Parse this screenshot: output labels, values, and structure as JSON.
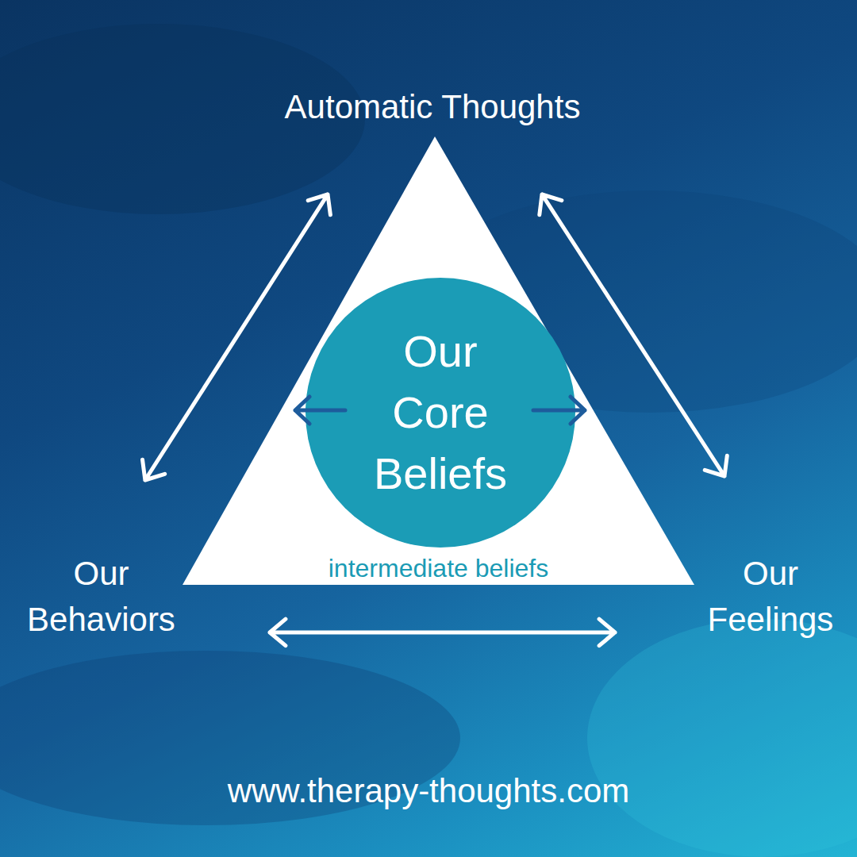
{
  "diagram": {
    "nodes": [
      {
        "text": [
          "Automatic Thoughts"
        ]
      },
      {
        "text": [
          "intermediate beliefs"
        ]
      },
      {
        "text": [
          "Our Core Beliefs"
        ],
        "in": 1
      },
      {
        "text": [
          "Our Behaviors"
        ]
      },
      {
        "text": [
          "Our Feelings"
        ]
      }
    ],
    "edges": [
      {
        "from": 3,
        "to": 0,
        "arrow": "both"
      },
      {
        "from": 0,
        "to": 4,
        "arrow": "both"
      },
      {
        "from": 3,
        "to": 4,
        "arrow": "both"
      }
    ],
    "labels": [
      "www.therapy-thoughts.com"
    ]
  }
}
